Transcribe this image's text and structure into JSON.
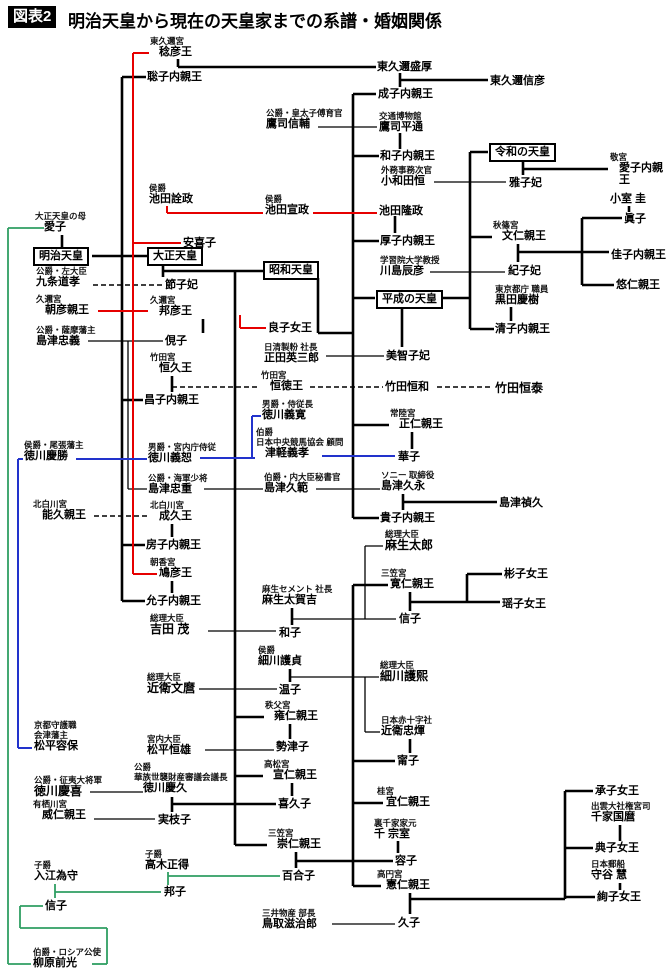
{
  "header": {
    "tag": "図表2",
    "title": "明治天皇から現在の天皇家までの系譜・婚姻関係"
  },
  "palette": {
    "line_black": "#000000",
    "line_red": "#e60000",
    "line_blue": "#2233cc",
    "line_green": "#2f9e63"
  },
  "people": {
    "meiji": {
      "n": "明治天皇"
    },
    "taisho": {
      "n": "大正天皇"
    },
    "showa": {
      "n": "昭和天皇"
    },
    "heisei": {
      "n": "平成の天皇"
    },
    "reiwa": {
      "n": "令和の天皇"
    },
    "naruhiko": {
      "t": "東久邇宮",
      "n": "稔彦王"
    },
    "satoko": {
      "n": "聡子内親王"
    },
    "morihiro": {
      "n": "東久邇盛厚"
    },
    "nobuhiko_h": {
      "n": "東久邇信彦"
    },
    "shigeko": {
      "n": "成子内親王"
    },
    "nobusuke": {
      "t": "公爵・皇太子傅育官",
      "n": "鷹司信輔"
    },
    "toshimichi": {
      "t": "交通博物館",
      "n": "鷹司平通"
    },
    "kazuko_t": {
      "n": "和子内親王"
    },
    "aiko_p": {
      "t": "敬宮",
      "n": "愛子内親王"
    },
    "owada": {
      "t": "外務事務次官",
      "n": "小和田恒"
    },
    "masako_c": {
      "n": "雅子妃"
    },
    "komuro": {
      "n": "小室 圭"
    },
    "mako": {
      "n": "眞子"
    },
    "akimasa": {
      "t": "侯爵",
      "n": "池田詮政"
    },
    "nobumasa": {
      "t": "侯爵",
      "n": "池田宣政"
    },
    "takamasa": {
      "n": "池田隆政"
    },
    "akiko_i": {
      "n": "安喜子"
    },
    "atsuko_i": {
      "n": "厚子内親王"
    },
    "fumihito": {
      "t": "秋篠宮",
      "n": "文仁親王"
    },
    "kako": {
      "n": "佳子内親王"
    },
    "kawashima": {
      "t": "学習院大学教授",
      "n": "川島辰彦"
    },
    "kiko": {
      "n": "紀子妃"
    },
    "hisahito": {
      "n": "悠仁親王"
    },
    "kuroda": {
      "t": "東京都庁 職員",
      "n": "黒田慶樹"
    },
    "sayako": {
      "n": "清子内親王"
    },
    "naruko": {
      "t": "大正天皇の母",
      "n": "愛子"
    },
    "kujo": {
      "t": "公爵・左大臣",
      "n": "九条道孝"
    },
    "sadako": {
      "n": "節子妃"
    },
    "asahiko": {
      "t": "久邇宮",
      "n": "朝彦親王"
    },
    "kunihiko": {
      "t": "久邇宮",
      "n": "邦彦王"
    },
    "nagako": {
      "n": "良子女王"
    },
    "tadayoshi": {
      "t": "公爵・薩摩藩主",
      "n": "島津忠義"
    },
    "chikako": {
      "n": "俔子"
    },
    "shoda": {
      "t": "日清製粉 社長",
      "n": "正田英三郎"
    },
    "michiko": {
      "n": "美智子妃"
    },
    "tsunehisa": {
      "t": "竹田宮",
      "n": "恒久王"
    },
    "tsuneyoshi": {
      "t": "竹田宮",
      "n": "恒徳王"
    },
    "masako_s": {
      "n": "昌子内親王"
    },
    "tsunekazu": {
      "n": "竹田恒和"
    },
    "tsuneyasu": {
      "n": "竹田恒泰"
    },
    "yoshihiro": {
      "t": "男爵・侍従長",
      "n": "徳川義寛"
    },
    "hitachi": {
      "t": "常陸宮",
      "n": "正仁親王"
    },
    "yoshikatsu": {
      "t": "侯爵・尾張藩主",
      "n": "徳川慶勝"
    },
    "yoshikoto": {
      "t": "男爵・宮内庁侍従",
      "n": "徳川義恕"
    },
    "tsugaru": {
      "t": "伯爵\n日本中央競馬協会 顧問",
      "n": "津軽義孝"
    },
    "hanako": {
      "n": "華子"
    },
    "tadashige": {
      "t": "公爵・海軍少将",
      "n": "島津忠重"
    },
    "hisanori": {
      "t": "伯爵・内大臣秘書官",
      "n": "島津久範"
    },
    "hisanaga": {
      "t": "ソニー 取締役",
      "n": "島津久永"
    },
    "yoshihisa_s": {
      "n": "島津禎久"
    },
    "takako": {
      "n": "貴子内親王"
    },
    "yoshihisa_k": {
      "t": "北白川宮",
      "n": "能久親王"
    },
    "naruhisa": {
      "t": "北白川宮",
      "n": "成久王"
    },
    "fusako": {
      "n": "房子内親王"
    },
    "yasuhiko_a": {
      "t": "朝香宮",
      "n": "鳩彦王"
    },
    "nobuko_i": {
      "n": "允子内親王"
    },
    "takakichi": {
      "t": "麻生セメント 社長",
      "n": "麻生太賀吉"
    },
    "taro": {
      "t": "総理大臣",
      "n": "麻生太郎"
    },
    "shigeru": {
      "t": "総理大臣",
      "n": "吉田 茂"
    },
    "kazuko_y": {
      "n": "和子"
    },
    "tomohito": {
      "t": "三笠宮",
      "n": "寛仁親王"
    },
    "akiko_q": {
      "n": "彬子女王"
    },
    "yoko_q": {
      "n": "瑶子女王"
    },
    "nobuko_a": {
      "n": "信子"
    },
    "morisada": {
      "t": "侯爵",
      "n": "細川護貞"
    },
    "fumimaro": {
      "t": "総理大臣",
      "n": "近衛文麿"
    },
    "atsuko_h": {
      "n": "温子"
    },
    "morihiro_h": {
      "t": "総理大臣",
      "n": "細川護熙"
    },
    "chichibu": {
      "t": "秩父宮",
      "n": "雍仁親王"
    },
    "katamori": {
      "t": "京都守護職\n会津藩主",
      "n": "松平容保"
    },
    "tsuneo": {
      "t": "宮内大臣",
      "n": "松平恒雄"
    },
    "setsuko": {
      "n": "勢津子"
    },
    "tadateru": {
      "t": "日本赤十字社",
      "n": "近衛忠煇"
    },
    "takamatsu": {
      "t": "高松宮",
      "n": "宣仁親王"
    },
    "yoshihisa_t": {
      "t": "公爵\n華族世襲財産審議会議長",
      "n": "徳川慶久"
    },
    "yoshinobu": {
      "t": "公爵・征夷大将軍",
      "n": "徳川慶喜"
    },
    "kikuko": {
      "n": "喜久子"
    },
    "takehito": {
      "t": "有栖川宮",
      "n": "威仁親王"
    },
    "mieko": {
      "n": "実枝子"
    },
    "yasuko": {
      "n": "甯子"
    },
    "katsura": {
      "t": "桂宮",
      "n": "宜仁親王"
    },
    "tsuguko": {
      "n": "承子女王"
    },
    "senge": {
      "t": "出雲大社権宮司",
      "n": "千家国麿"
    },
    "soshitsu": {
      "t": "裏千家家元",
      "n": "千 宗室"
    },
    "mikasa": {
      "t": "三笠宮",
      "n": "崇仁親王"
    },
    "noriko": {
      "n": "典子女王"
    },
    "takagi": {
      "t": "子爵",
      "n": "高木正得"
    },
    "yuriko": {
      "n": "百合子"
    },
    "masako_m": {
      "n": "容子"
    },
    "moriya": {
      "t": "日本郵船",
      "n": "守谷 慧"
    },
    "takamado": {
      "t": "高円宮",
      "n": "憲仁親王"
    },
    "irie": {
      "t": "子爵",
      "n": "入江為守"
    },
    "kuniko": {
      "n": "邦子"
    },
    "ayako": {
      "n": "絢子女王"
    },
    "nobuko_y": {
      "n": "信子"
    },
    "hisako": {
      "n": "久子"
    },
    "tottori": {
      "t": "三井物産 部長",
      "n": "鳥取滋治郎"
    },
    "yanagiwara": {
      "t": "伯爵・ロシア公使",
      "n": "柳原前光"
    }
  }
}
